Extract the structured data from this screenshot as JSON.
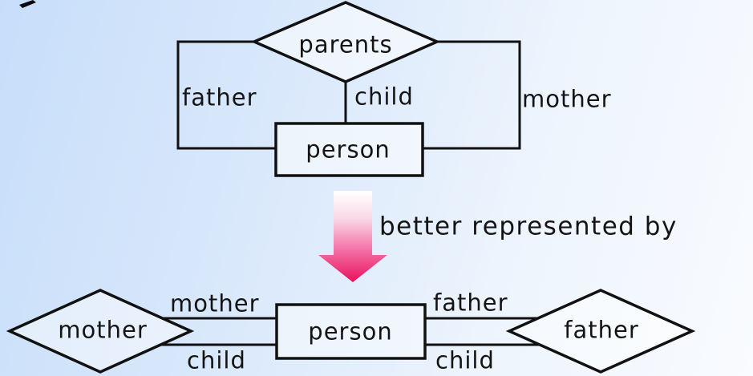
{
  "colors": {
    "line": "#111111",
    "arrow_pink_tip": "#e9115e",
    "arrow_pink_mid": "#f3679e",
    "arrow_fade_top": "#ffffff",
    "background_left": "#c7defa",
    "background_right": "#f9fbfe"
  },
  "top_diagram": {
    "relationship_label": "parents",
    "entity_label": "person",
    "edge_labels": {
      "left": "father",
      "center": "child",
      "right": "mother"
    }
  },
  "transition": {
    "label": "better represented by"
  },
  "bottom_diagram": {
    "left_relationship_label": "mother",
    "right_relationship_label": "father",
    "entity_label": "person",
    "left_edges": {
      "top": "mother",
      "bottom": "child"
    },
    "right_edges": {
      "top": "father",
      "bottom": "child"
    }
  }
}
